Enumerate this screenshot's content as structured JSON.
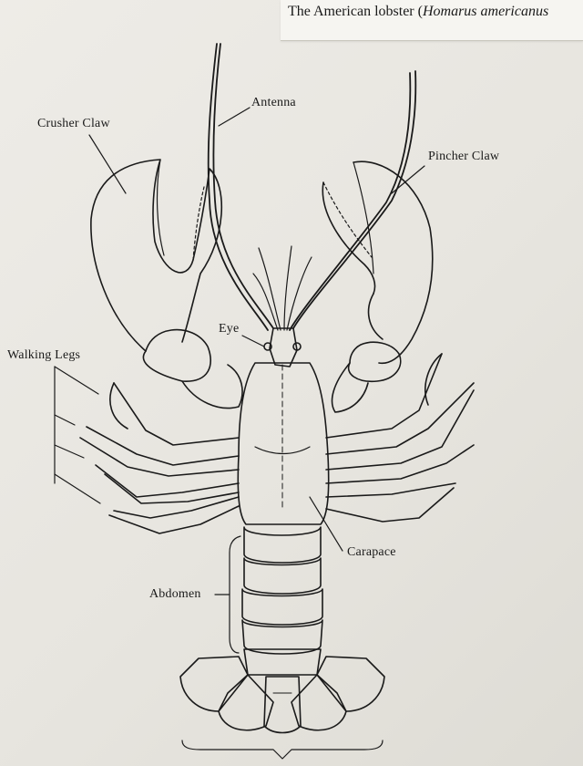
{
  "caption": {
    "prefix": "The American lobster (",
    "species": "Homarus americanus"
  },
  "labels": {
    "crusher_claw": "Crusher Claw",
    "antenna": "Antenna",
    "pincher_claw": "Pincher Claw",
    "eye": "Eye",
    "walking_legs": "Walking Legs",
    "carapace": "Carapace",
    "abdomen": "Abdomen"
  },
  "colors": {
    "ink": "#1a1a1a",
    "paper": "#eceae4"
  }
}
